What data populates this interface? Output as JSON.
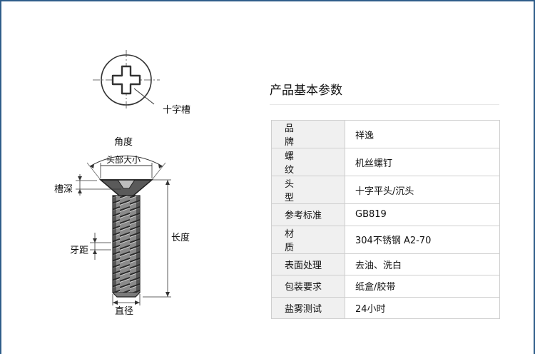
{
  "diagram": {
    "labels": {
      "cross_recess": "十字槽",
      "angle": "角度",
      "head_size": "头部大小",
      "slot_depth": "槽深",
      "pitch": "牙距",
      "length": "长度",
      "diameter": "直径"
    }
  },
  "params": {
    "title": "产品基本参数",
    "rows": [
      {
        "key": "品牌",
        "value": "祥逸"
      },
      {
        "key": "螺纹",
        "value": "机丝螺钉"
      },
      {
        "key": "头型",
        "value": "十字平头/沉头"
      },
      {
        "key": "参考标准",
        "value": "GB819"
      },
      {
        "key": "材质",
        "value": "304不锈钢 A2-70"
      },
      {
        "key": "表面处理",
        "value": "去油、洗白"
      },
      {
        "key": "包装要求",
        "value": "纸盒/胶带"
      },
      {
        "key": "盐雾测试",
        "value": "24小时"
      }
    ]
  }
}
